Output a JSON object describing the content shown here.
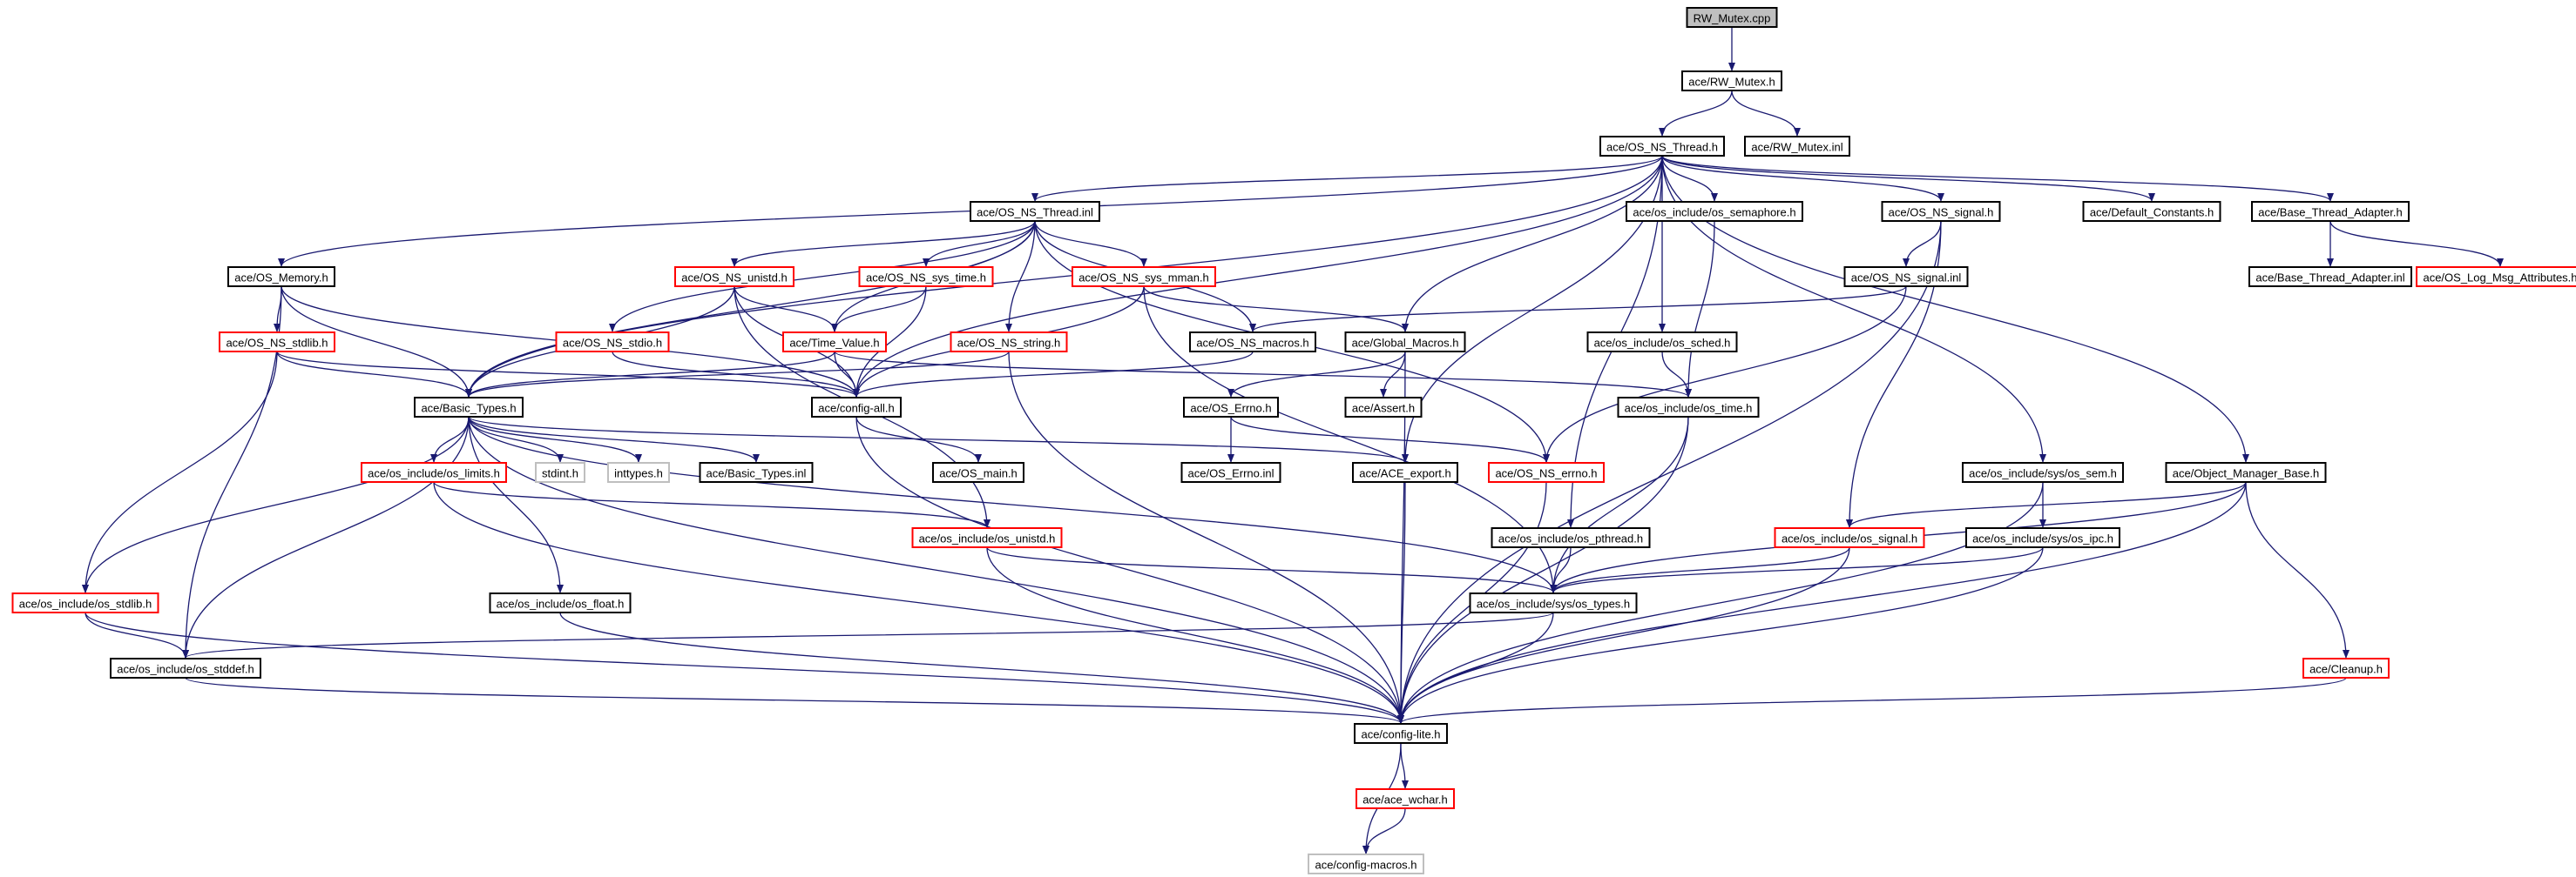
{
  "colors": {
    "black": "#000000",
    "red": "#ff0000",
    "gray": "#bfbfbf",
    "root_fill": "#bfbfbf",
    "edge": "#191970"
  },
  "nodes": [
    {
      "id": "rw_mutex_cpp",
      "label": "RW_Mutex.cpp",
      "style": "root"
    },
    {
      "id": "rw_mutex_h",
      "label": "ace/RW_Mutex.h",
      "style": "black"
    },
    {
      "id": "os_ns_thread_h",
      "label": "ace/OS_NS_Thread.h",
      "style": "black"
    },
    {
      "id": "rw_mutex_inl",
      "label": "ace/RW_Mutex.inl",
      "style": "black"
    },
    {
      "id": "os_ns_thread_inl",
      "label": "ace/OS_NS_Thread.inl",
      "style": "black"
    },
    {
      "id": "os_semaphore_h",
      "label": "ace/os_include/os_semaphore.h",
      "style": "black"
    },
    {
      "id": "os_ns_signal_h",
      "label": "ace/OS_NS_signal.h",
      "style": "black"
    },
    {
      "id": "default_constants_h",
      "label": "ace/Default_Constants.h",
      "style": "black"
    },
    {
      "id": "base_thread_adapter_h",
      "label": "ace/Base_Thread_Adapter.h",
      "style": "black"
    },
    {
      "id": "os_memory_h",
      "label": "ace/OS_Memory.h",
      "style": "black"
    },
    {
      "id": "os_ns_unistd_h",
      "label": "ace/OS_NS_unistd.h",
      "style": "red"
    },
    {
      "id": "os_ns_sys_time_h",
      "label": "ace/OS_NS_sys_time.h",
      "style": "red"
    },
    {
      "id": "os_ns_sys_mman_h",
      "label": "ace/OS_NS_sys_mman.h",
      "style": "red"
    },
    {
      "id": "os_ns_signal_inl",
      "label": "ace/OS_NS_signal.inl",
      "style": "black"
    },
    {
      "id": "base_thread_adapter_inl",
      "label": "ace/Base_Thread_Adapter.inl",
      "style": "black"
    },
    {
      "id": "os_log_msg_attributes_h",
      "label": "ace/OS_Log_Msg_Attributes.h",
      "style": "red"
    },
    {
      "id": "os_ns_stdlib_h",
      "label": "ace/OS_NS_stdlib.h",
      "style": "red"
    },
    {
      "id": "os_ns_stdio_h",
      "label": "ace/OS_NS_stdio.h",
      "style": "red"
    },
    {
      "id": "time_value_h",
      "label": "ace/Time_Value.h",
      "style": "red"
    },
    {
      "id": "os_ns_string_h",
      "label": "ace/OS_NS_string.h",
      "style": "red"
    },
    {
      "id": "os_ns_macros_h",
      "label": "ace/OS_NS_macros.h",
      "style": "black"
    },
    {
      "id": "global_macros_h",
      "label": "ace/Global_Macros.h",
      "style": "black"
    },
    {
      "id": "os_sched_h",
      "label": "ace/os_include/os_sched.h",
      "style": "black"
    },
    {
      "id": "basic_types_h",
      "label": "ace/Basic_Types.h",
      "style": "black"
    },
    {
      "id": "config_all_h",
      "label": "ace/config-all.h",
      "style": "black"
    },
    {
      "id": "os_errno_h",
      "label": "ace/OS_Errno.h",
      "style": "black"
    },
    {
      "id": "assert_h",
      "label": "ace/Assert.h",
      "style": "black"
    },
    {
      "id": "os_time_h",
      "label": "ace/os_include/os_time.h",
      "style": "black"
    },
    {
      "id": "os_limits_h",
      "label": "ace/os_include/os_limits.h",
      "style": "red"
    },
    {
      "id": "stdint_h",
      "label": "stdint.h",
      "style": "gray"
    },
    {
      "id": "inttypes_h",
      "label": "inttypes.h",
      "style": "gray"
    },
    {
      "id": "basic_types_inl",
      "label": "ace/Basic_Types.inl",
      "style": "black"
    },
    {
      "id": "os_main_h",
      "label": "ace/OS_main.h",
      "style": "black"
    },
    {
      "id": "os_errno_inl",
      "label": "ace/OS_Errno.inl",
      "style": "black"
    },
    {
      "id": "ace_export_h",
      "label": "ace/ACE_export.h",
      "style": "black"
    },
    {
      "id": "os_ns_errno_h",
      "label": "ace/OS_NS_errno.h",
      "style": "red"
    },
    {
      "id": "os_sem_h",
      "label": "ace/os_include/sys/os_sem.h",
      "style": "black"
    },
    {
      "id": "object_manager_base_h",
      "label": "ace/Object_Manager_Base.h",
      "style": "black"
    },
    {
      "id": "os_unistd_h",
      "label": "ace/os_include/os_unistd.h",
      "style": "red"
    },
    {
      "id": "os_pthread_h",
      "label": "ace/os_include/os_pthread.h",
      "style": "black"
    },
    {
      "id": "os_signal_h",
      "label": "ace/os_include/os_signal.h",
      "style": "red"
    },
    {
      "id": "os_ipc_h",
      "label": "ace/os_include/sys/os_ipc.h",
      "style": "black"
    },
    {
      "id": "os_stdlib_h",
      "label": "ace/os_include/os_stdlib.h",
      "style": "red"
    },
    {
      "id": "os_float_h",
      "label": "ace/os_include/os_float.h",
      "style": "black"
    },
    {
      "id": "os_types_h",
      "label": "ace/os_include/sys/os_types.h",
      "style": "black"
    },
    {
      "id": "os_stddef_h",
      "label": "ace/os_include/os_stddef.h",
      "style": "black"
    },
    {
      "id": "cleanup_h",
      "label": "ace/Cleanup.h",
      "style": "red"
    },
    {
      "id": "config_lite_h",
      "label": "ace/config-lite.h",
      "style": "black"
    },
    {
      "id": "ace_wchar_h",
      "label": "ace/ace_wchar.h",
      "style": "red"
    },
    {
      "id": "config_macros_h",
      "label": "ace/config-macros.h",
      "style": "gray"
    }
  ],
  "edges": [
    [
      "rw_mutex_cpp",
      "rw_mutex_h"
    ],
    [
      "rw_mutex_h",
      "os_ns_thread_h"
    ],
    [
      "rw_mutex_h",
      "rw_mutex_inl"
    ],
    [
      "os_ns_thread_h",
      "os_ns_thread_inl"
    ],
    [
      "os_ns_thread_h",
      "os_semaphore_h"
    ],
    [
      "os_ns_thread_h",
      "os_ns_signal_h"
    ],
    [
      "os_ns_thread_h",
      "default_constants_h"
    ],
    [
      "os_ns_thread_h",
      "base_thread_adapter_h"
    ],
    [
      "os_ns_thread_h",
      "os_memory_h"
    ],
    [
      "os_ns_thread_h",
      "global_macros_h"
    ],
    [
      "os_ns_thread_h",
      "os_sched_h"
    ],
    [
      "os_ns_thread_h",
      "basic_types_h"
    ],
    [
      "os_ns_thread_h",
      "config_all_h"
    ],
    [
      "os_ns_thread_h",
      "ace_export_h"
    ],
    [
      "os_ns_thread_h",
      "os_pthread_h"
    ],
    [
      "os_ns_thread_h",
      "os_sem_h"
    ],
    [
      "os_ns_thread_h",
      "object_manager_base_h"
    ],
    [
      "os_ns_thread_inl",
      "os_ns_unistd_h"
    ],
    [
      "os_ns_thread_inl",
      "os_ns_sys_time_h"
    ],
    [
      "os_ns_thread_inl",
      "os_ns_sys_mman_h"
    ],
    [
      "os_ns_thread_inl",
      "os_ns_stdio_h"
    ],
    [
      "os_ns_thread_inl",
      "time_value_h"
    ],
    [
      "os_ns_thread_inl",
      "os_ns_string_h"
    ],
    [
      "os_ns_thread_inl",
      "os_ns_macros_h"
    ],
    [
      "os_ns_thread_inl",
      "os_ns_errno_h"
    ],
    [
      "os_ns_thread_inl",
      "basic_types_h"
    ],
    [
      "os_semaphore_h",
      "os_time_h"
    ],
    [
      "os_ns_signal_h",
      "os_ns_signal_inl"
    ],
    [
      "os_ns_signal_h",
      "os_signal_h"
    ],
    [
      "os_ns_signal_h",
      "config_lite_h"
    ],
    [
      "base_thread_adapter_h",
      "base_thread_adapter_inl"
    ],
    [
      "base_thread_adapter_h",
      "os_log_msg_attributes_h"
    ],
    [
      "os_memory_h",
      "os_ns_stdlib_h"
    ],
    [
      "os_memory_h",
      "basic_types_h"
    ],
    [
      "os_memory_h",
      "config_all_h"
    ],
    [
      "os_memory_h",
      "os_stddef_h"
    ],
    [
      "os_ns_unistd_h",
      "time_value_h"
    ],
    [
      "os_ns_unistd_h",
      "basic_types_h"
    ],
    [
      "os_ns_unistd_h",
      "config_all_h"
    ],
    [
      "os_ns_unistd_h",
      "os_unistd_h"
    ],
    [
      "os_ns_sys_time_h",
      "time_value_h"
    ],
    [
      "os_ns_sys_time_h",
      "config_all_h"
    ],
    [
      "os_ns_sys_mman_h",
      "global_macros_h"
    ],
    [
      "os_ns_sys_mman_h",
      "config_all_h"
    ],
    [
      "os_ns_sys_mman_h",
      "os_types_h"
    ],
    [
      "os_ns_signal_inl",
      "os_ns_macros_h"
    ],
    [
      "os_ns_signal_inl",
      "os_ns_errno_h"
    ],
    [
      "os_ns_stdlib_h",
      "basic_types_h"
    ],
    [
      "os_ns_stdlib_h",
      "config_all_h"
    ],
    [
      "os_ns_stdlib_h",
      "os_stdlib_h"
    ],
    [
      "os_ns_stdio_h",
      "config_all_h"
    ],
    [
      "time_value_h",
      "basic_types_h"
    ],
    [
      "time_value_h",
      "config_all_h"
    ],
    [
      "time_value_h",
      "os_time_h"
    ],
    [
      "os_ns_string_h",
      "basic_types_h"
    ],
    [
      "os_ns_string_h",
      "config_lite_h"
    ],
    [
      "os_ns_macros_h",
      "config_all_h"
    ],
    [
      "global_macros_h",
      "os_errno_h"
    ],
    [
      "global_macros_h",
      "assert_h"
    ],
    [
      "global_macros_h",
      "config_lite_h"
    ],
    [
      "os_sched_h",
      "os_time_h"
    ],
    [
      "basic_types_h",
      "os_limits_h"
    ],
    [
      "basic_types_h",
      "stdint_h"
    ],
    [
      "basic_types_h",
      "inttypes_h"
    ],
    [
      "basic_types_h",
      "basic_types_inl"
    ],
    [
      "basic_types_h",
      "ace_export_h"
    ],
    [
      "basic_types_h",
      "os_stdlib_h"
    ],
    [
      "basic_types_h",
      "os_float_h"
    ],
    [
      "basic_types_h",
      "os_types_h"
    ],
    [
      "basic_types_h",
      "os_stddef_h"
    ],
    [
      "basic_types_h",
      "config_lite_h"
    ],
    [
      "config_all_h",
      "os_main_h"
    ],
    [
      "config_all_h",
      "config_lite_h"
    ],
    [
      "os_errno_h",
      "os_errno_inl"
    ],
    [
      "os_errno_h",
      "os_ns_errno_h"
    ],
    [
      "os_time_h",
      "os_types_h"
    ],
    [
      "os_time_h",
      "config_lite_h"
    ],
    [
      "os_limits_h",
      "os_unistd_h"
    ],
    [
      "os_limits_h",
      "config_lite_h"
    ],
    [
      "ace_export_h",
      "config_lite_h"
    ],
    [
      "os_ns_errno_h",
      "config_lite_h"
    ],
    [
      "os_sem_h",
      "os_ipc_h"
    ],
    [
      "os_sem_h",
      "config_lite_h"
    ],
    [
      "object_manager_base_h",
      "os_signal_h"
    ],
    [
      "object_manager_base_h",
      "os_types_h"
    ],
    [
      "object_manager_base_h",
      "cleanup_h"
    ],
    [
      "object_manager_base_h",
      "config_lite_h"
    ],
    [
      "os_unistd_h",
      "os_types_h"
    ],
    [
      "os_unistd_h",
      "config_lite_h"
    ],
    [
      "os_pthread_h",
      "os_types_h"
    ],
    [
      "os_signal_h",
      "os_types_h"
    ],
    [
      "os_signal_h",
      "config_lite_h"
    ],
    [
      "os_ipc_h",
      "os_types_h"
    ],
    [
      "os_ipc_h",
      "config_lite_h"
    ],
    [
      "os_stdlib_h",
      "os_stddef_h"
    ],
    [
      "os_stdlib_h",
      "config_lite_h"
    ],
    [
      "os_float_h",
      "config_lite_h"
    ],
    [
      "os_types_h",
      "os_stddef_h"
    ],
    [
      "os_types_h",
      "config_lite_h"
    ],
    [
      "os_stddef_h",
      "config_lite_h"
    ],
    [
      "cleanup_h",
      "config_lite_h"
    ],
    [
      "config_lite_h",
      "ace_wchar_h"
    ],
    [
      "config_lite_h",
      "config_macros_h"
    ],
    [
      "ace_wchar_h",
      "config_macros_h"
    ]
  ]
}
